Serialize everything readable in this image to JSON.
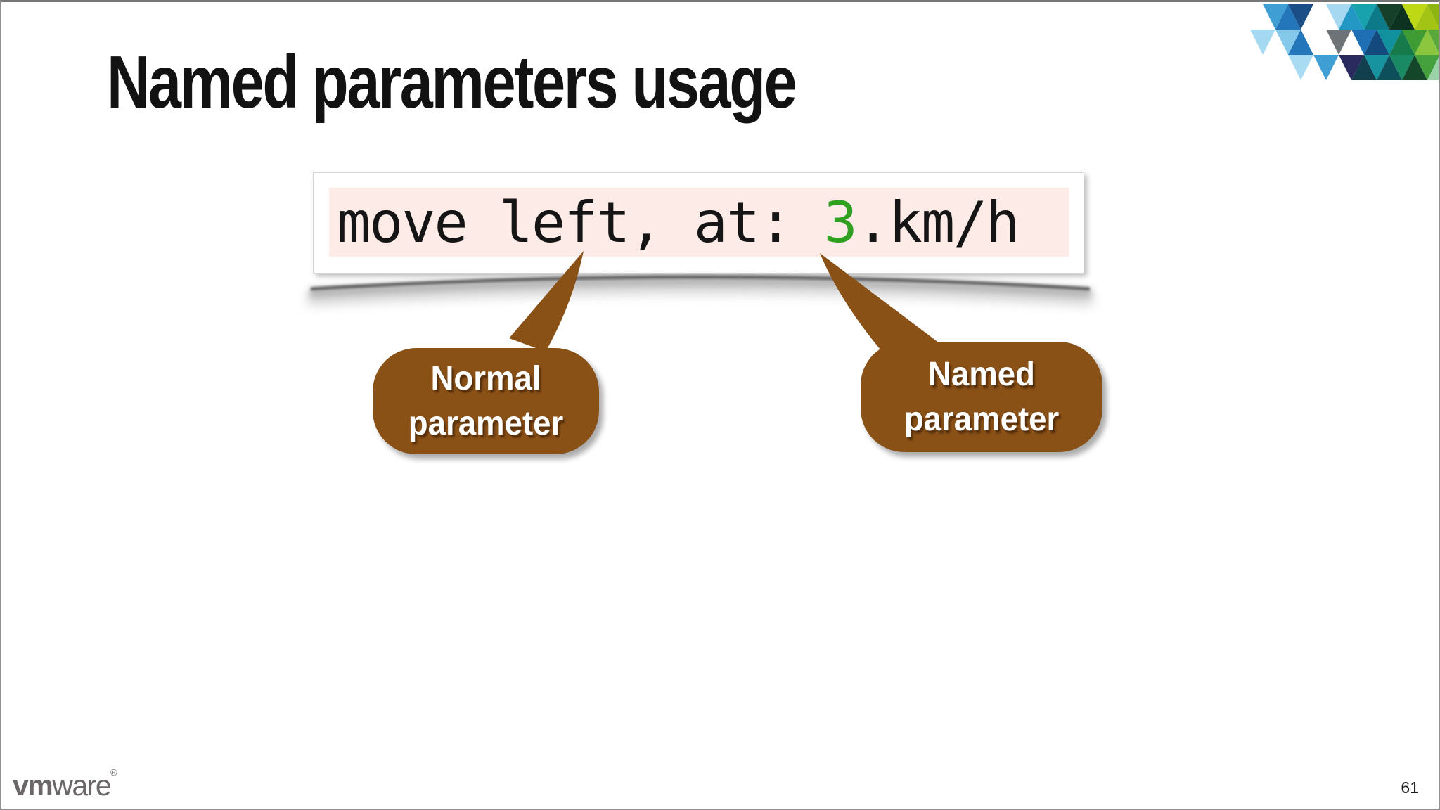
{
  "slide": {
    "title": "Named parameters usage",
    "page_number": "61"
  },
  "code_box": {
    "prefix": "move left, at: ",
    "highlight": "3",
    "suffix": ".km/h"
  },
  "callouts": {
    "normal": {
      "line1": "Normal",
      "line2": "parameter"
    },
    "named": {
      "line1": "Named",
      "line2": "parameter"
    }
  },
  "footer": {
    "brand_bold": "vm",
    "brand_rest": "ware",
    "registered_mark": "®"
  },
  "colors": {
    "highlight_green": "#2fa01f",
    "bubble_brown": "#8a5117",
    "code_background": "#fcebe7",
    "brand_gray": "#6b6768"
  }
}
